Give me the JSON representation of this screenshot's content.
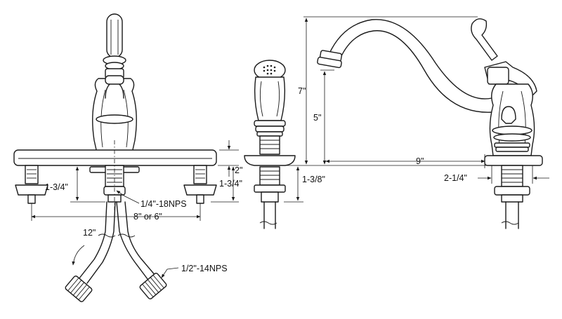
{
  "dimensions": {
    "left_view": {
      "height_below_deck_1": "1-3/4\"",
      "height_below_deck_2": "1-3/4\"",
      "deck_thickness": "2\"",
      "thread_size": "1/4\"-18NPS",
      "center_spacing": "8\" or 6\"",
      "hose_length": "12\"",
      "hose_thread": "1/2\"-14NPS"
    },
    "sprayer_view": {
      "shank_length": "1-3/8\""
    },
    "side_view": {
      "total_height": "7\"",
      "spout_clearance": "5\"",
      "spout_reach": "9\"",
      "base_diameter": "2-1/4\""
    }
  },
  "colors": {
    "line": "#1a1a1a",
    "background": "#ffffff"
  }
}
